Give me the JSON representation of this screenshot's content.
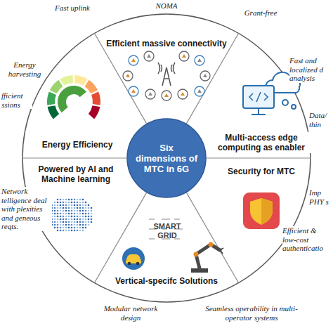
{
  "diagram": {
    "nodes": [
      {
        "text": [
          "Six dimensions of MTC in 6G"
        ]
      },
      {
        "text": [
          "Efficient massive connectivity"
        ]
      },
      {
        "text": [
          "Multi-access edge computing as enabler"
        ]
      },
      {
        "text": [
          "Security for MTC"
        ]
      },
      {
        "text": [
          "Vertical-specifc Solutions"
        ]
      },
      {
        "text": [
          "Powered by AI and Machine learning"
        ]
      },
      {
        "text": [
          "Energy Efficiency"
        ]
      }
    ],
    "labels": [
      "Fast uplink",
      "NOMA",
      "Grant-free",
      "Energy harvesting",
      "fficient ssions",
      "Network telligence deal with plexities and geneous reqts.",
      "Fast and localized d analysis",
      "Data/ thin",
      "Imp PHY s",
      "Efficient & low-cost authenticatio",
      "Modular network design",
      "Seamless operability in multi-operator systems",
      "SMART GRID"
    ]
  }
}
